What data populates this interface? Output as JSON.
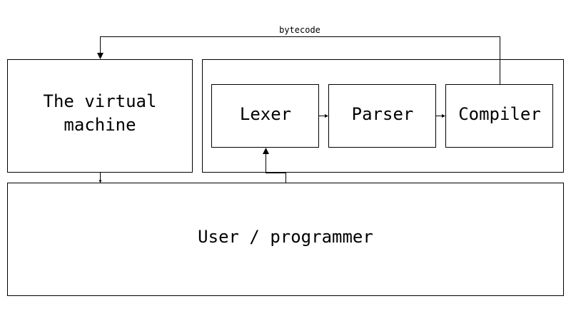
{
  "diagram": {
    "vm_line1": "The virtual",
    "vm_line2": "machine",
    "lexer": "Lexer",
    "parser": "Parser",
    "compiler": "Compiler",
    "user": "User / programmer",
    "edge_bytecode": "bytecode"
  },
  "colors": {
    "stroke": "#000000",
    "background": "#ffffff"
  }
}
